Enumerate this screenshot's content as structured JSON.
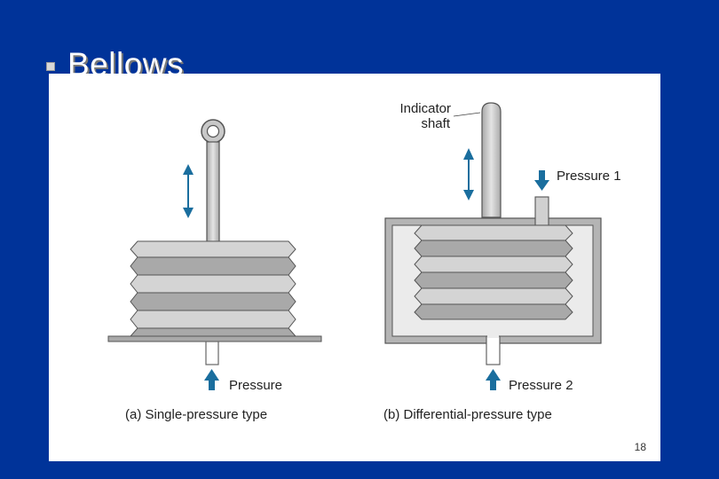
{
  "slide": {
    "title": "Bellows",
    "page_number": "18"
  },
  "diagram": {
    "a": {
      "pressure_label": "Pressure",
      "caption": "(a)  Single-pressure type"
    },
    "b": {
      "indicator_label_line1": "Indicator",
      "indicator_label_line2": "shaft",
      "pressure1_label": "Pressure 1",
      "pressure2_label": "Pressure 2",
      "caption": "(b)  Differential-pressure type"
    }
  },
  "colors": {
    "background": "#003399",
    "arrow": "#1a6e9e",
    "metal": "#b8b8b8",
    "metal_light": "#e0e0e0"
  }
}
